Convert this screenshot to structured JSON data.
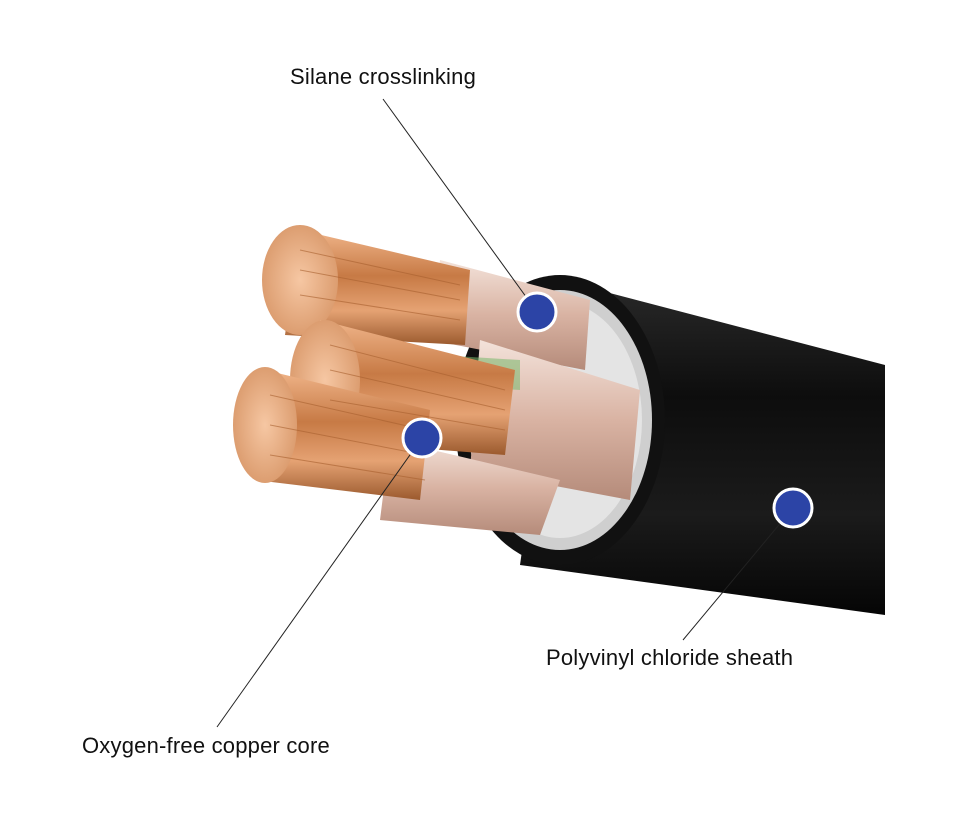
{
  "labels": {
    "silane": "Silane crosslinking",
    "pvc": "Polyvinyl chloride sheath",
    "copper": "Oxygen-free copper core"
  },
  "colors": {
    "marker_fill": "#2c44a6",
    "marker_ring": "#ffffff",
    "sheath": "#151515",
    "copper": "#c98a5a",
    "insulation": "#e8c8b8",
    "leader_line": "#222222"
  }
}
